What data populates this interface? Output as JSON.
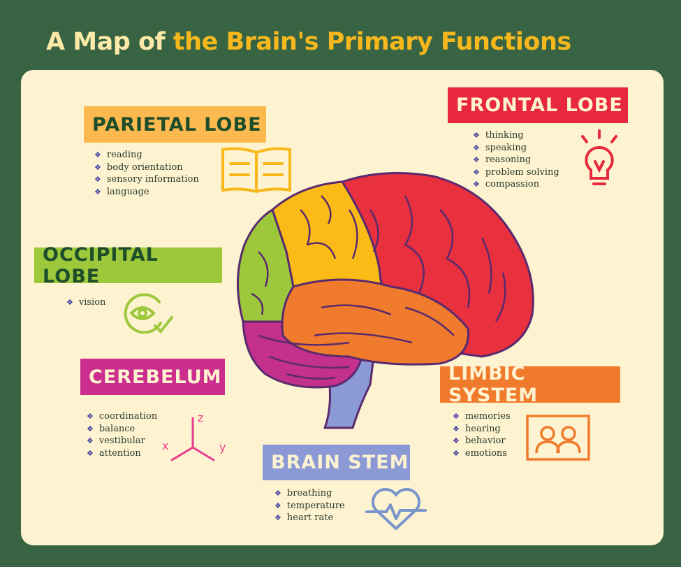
{
  "title": {
    "part1": "A Map of",
    "part2": "the Brain's Primary Functions"
  },
  "colors": {
    "background": "#396444",
    "panel": "#fdf3d0",
    "parietal": "#fbb94f",
    "frontal": "#e8283c",
    "occipital": "#9dc83b",
    "cerebellum": "#cc2e8e",
    "limbic": "#f07b2c",
    "brain_stem": "#8b99d4"
  },
  "sections": {
    "parietal": {
      "label": "PARIETAL LOBE",
      "items": [
        "reading",
        "body orientation",
        "sensory information",
        "language"
      ],
      "icon": "book-icon"
    },
    "frontal": {
      "label": "FRONTAL LOBE",
      "items": [
        "thinking",
        "speaking",
        "reasoning",
        "problem solving",
        "compassion"
      ],
      "icon": "lightbulb-icon"
    },
    "occipital": {
      "label": "OCCIPITAL LOBE",
      "items": [
        "vision"
      ],
      "icon": "eye-icon"
    },
    "cerebellum": {
      "label": "CEREBELUM",
      "items": [
        "coordination",
        "balance",
        "vestibular",
        "attention"
      ],
      "icon": "xyz-axes-icon",
      "axes": {
        "x": "x",
        "y": "y",
        "z": "z"
      }
    },
    "limbic": {
      "label": "LIMBIC SYSTEM",
      "items": [
        "memories",
        "hearing",
        "behavior",
        "emotions"
      ],
      "icon": "people-icon"
    },
    "brain_stem": {
      "label": "BRAIN STEM",
      "items": [
        "breathing",
        "temperature",
        "heart rate"
      ],
      "icon": "heartbeat-icon"
    }
  }
}
